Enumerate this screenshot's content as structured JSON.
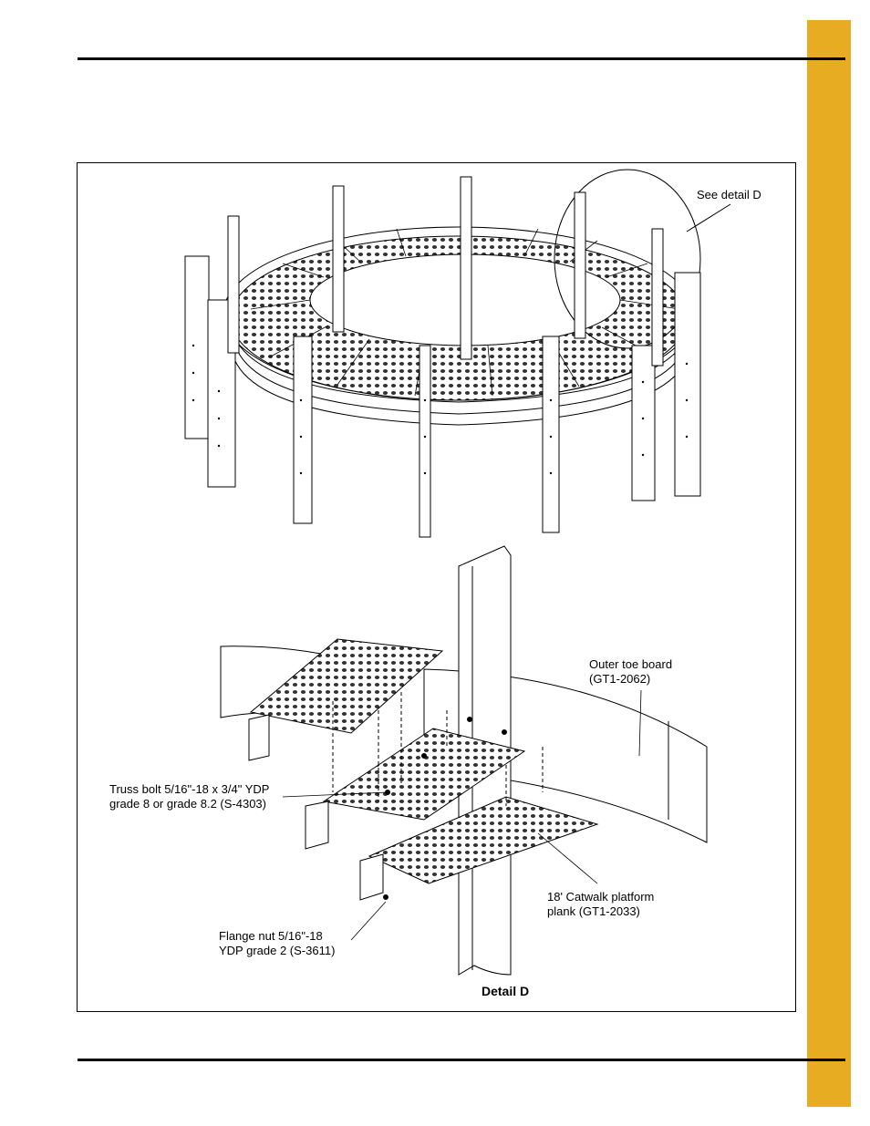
{
  "figure": {
    "callouts": {
      "see_detail": "See detail D",
      "outer_toe_board": [
        "Outer toe board",
        "(GT1-2062)"
      ],
      "truss_bolt": [
        "Truss bolt 5/16\"-18 x 3/4\" YDP",
        "grade 8 or grade 8.2 (S-4303)"
      ],
      "catwalk_plank": [
        "18' Catwalk platform",
        "plank (GT1-2033)"
      ],
      "flange_nut": [
        "Flange nut 5/16\"-18",
        "YDP grade 2 (S-3611)"
      ]
    },
    "caption": "Detail D"
  },
  "colors": {
    "tab": "#e8ac22",
    "line": "#000000",
    "shade": "#d9d9d9"
  }
}
